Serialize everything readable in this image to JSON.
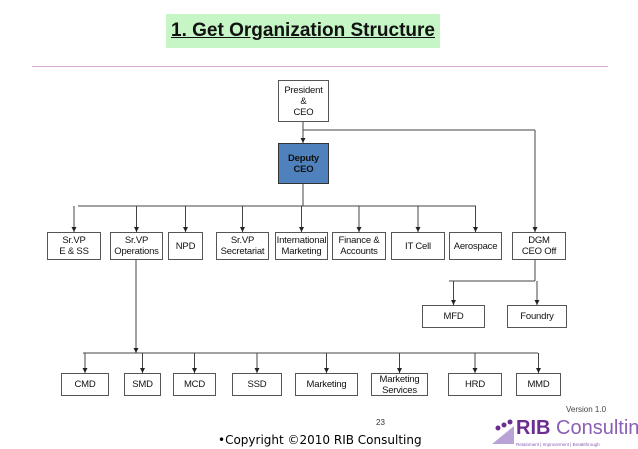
{
  "title": "1. Get Organization Structure",
  "nodes": {
    "president": "President\n&\nCEO",
    "deputy": "Deputy\nCEO",
    "l1": [
      "Sr.VP\nE & SS",
      "Sr.VP\nOperations",
      "NPD",
      "Sr.VP\nSecretariat",
      "International\nMarketing",
      "Finance &\nAccounts",
      "IT Cell",
      "Aerospace"
    ],
    "dgm": "DGM\nCEO Off",
    "dgm_children": [
      "MFD",
      "Foundry"
    ],
    "ops_children": [
      "CMD",
      "SMD",
      "MCD",
      "SSD",
      "Marketing",
      "Marketing\nServices",
      "HRD",
      "MMD"
    ]
  },
  "colors": {
    "deputy_fill": "#4f81bd",
    "title_bg": "#c6f5c6"
  },
  "footer": {
    "page": "23",
    "copyright": "•Copyright ©2010 RIB Consulting",
    "version": "Version 1.0",
    "logo_text": "RIB Consulting",
    "logo_tagline": "Retainment | Improvement | Breakthrough"
  }
}
